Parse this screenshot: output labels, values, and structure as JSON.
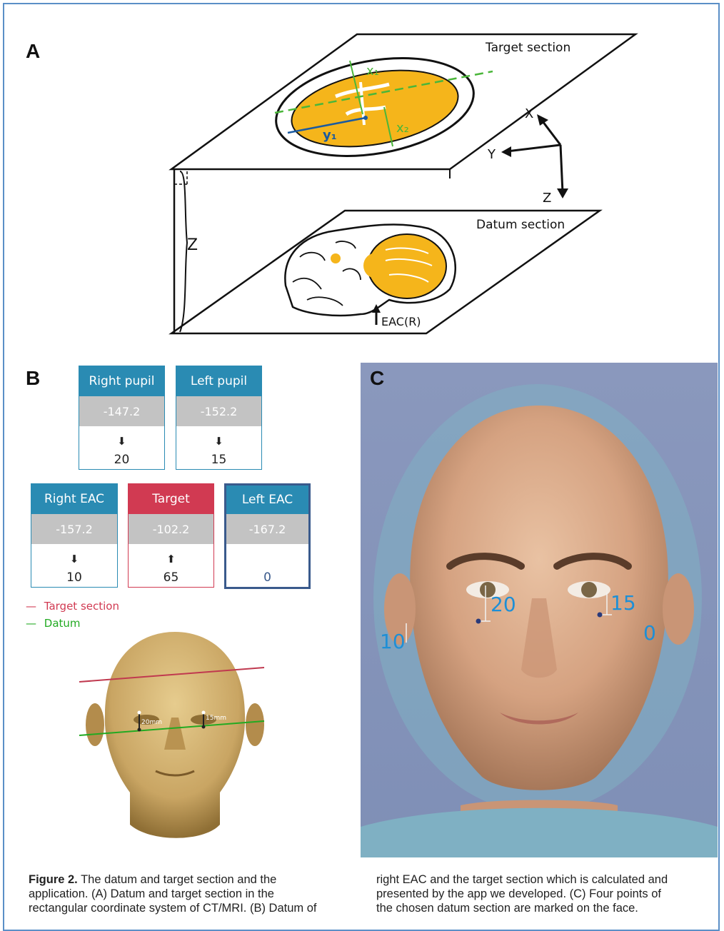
{
  "panels": {
    "a": "A",
    "b": "B",
    "c": "C"
  },
  "diagram_a": {
    "target_label": "Target section",
    "datum_label": "Datum section",
    "axis_x": "X",
    "axis_y": "Y",
    "axis_z": "Z",
    "z_brace": "Z",
    "x1": "x₁",
    "x2": "x₂",
    "y1": "y₁",
    "eac": "EAC(R)"
  },
  "cards_top": [
    {
      "title": "Right pupil",
      "value": "-147.2",
      "arrow": "⬇",
      "result": "20"
    },
    {
      "title": "Left pupil",
      "value": "-152.2",
      "arrow": "⬇",
      "result": "15"
    }
  ],
  "cards_bottom": [
    {
      "title": "Right EAC",
      "value": "-157.2",
      "arrow": "⬇",
      "result": "10"
    },
    {
      "title": "Target",
      "value": "-102.2",
      "arrow": "⬆",
      "result": "65"
    },
    {
      "title": "Left EAC",
      "value": "-167.2",
      "arrow": "",
      "result": "0"
    }
  ],
  "legend": {
    "target": "Target section",
    "datum": "Datum"
  },
  "head_b": {
    "m1": "20mm",
    "m2": "15mm"
  },
  "face_c": {
    "n20": "20",
    "n15": "15",
    "n10": "10",
    "n0": "0"
  },
  "colors": {
    "header_blue": "#2a8bb3",
    "header_red": "#d13a52",
    "legend_red": "#d13a52",
    "legend_green": "#22aa22",
    "selected_border": "#3a5a8c"
  },
  "caption": {
    "label": "Figure 2.",
    "left_1": "The datum and target section and the",
    "left_2": "application. (A) Datum and target section in the",
    "left_3": "rectangular coordinate system of CT/MRI. (B) Datum of",
    "right_1": "right EAC and the target section which is calculated and",
    "right_2": "presented by the app we developed. (C) Four points of",
    "right_3": "the chosen datum section are marked on the face."
  }
}
